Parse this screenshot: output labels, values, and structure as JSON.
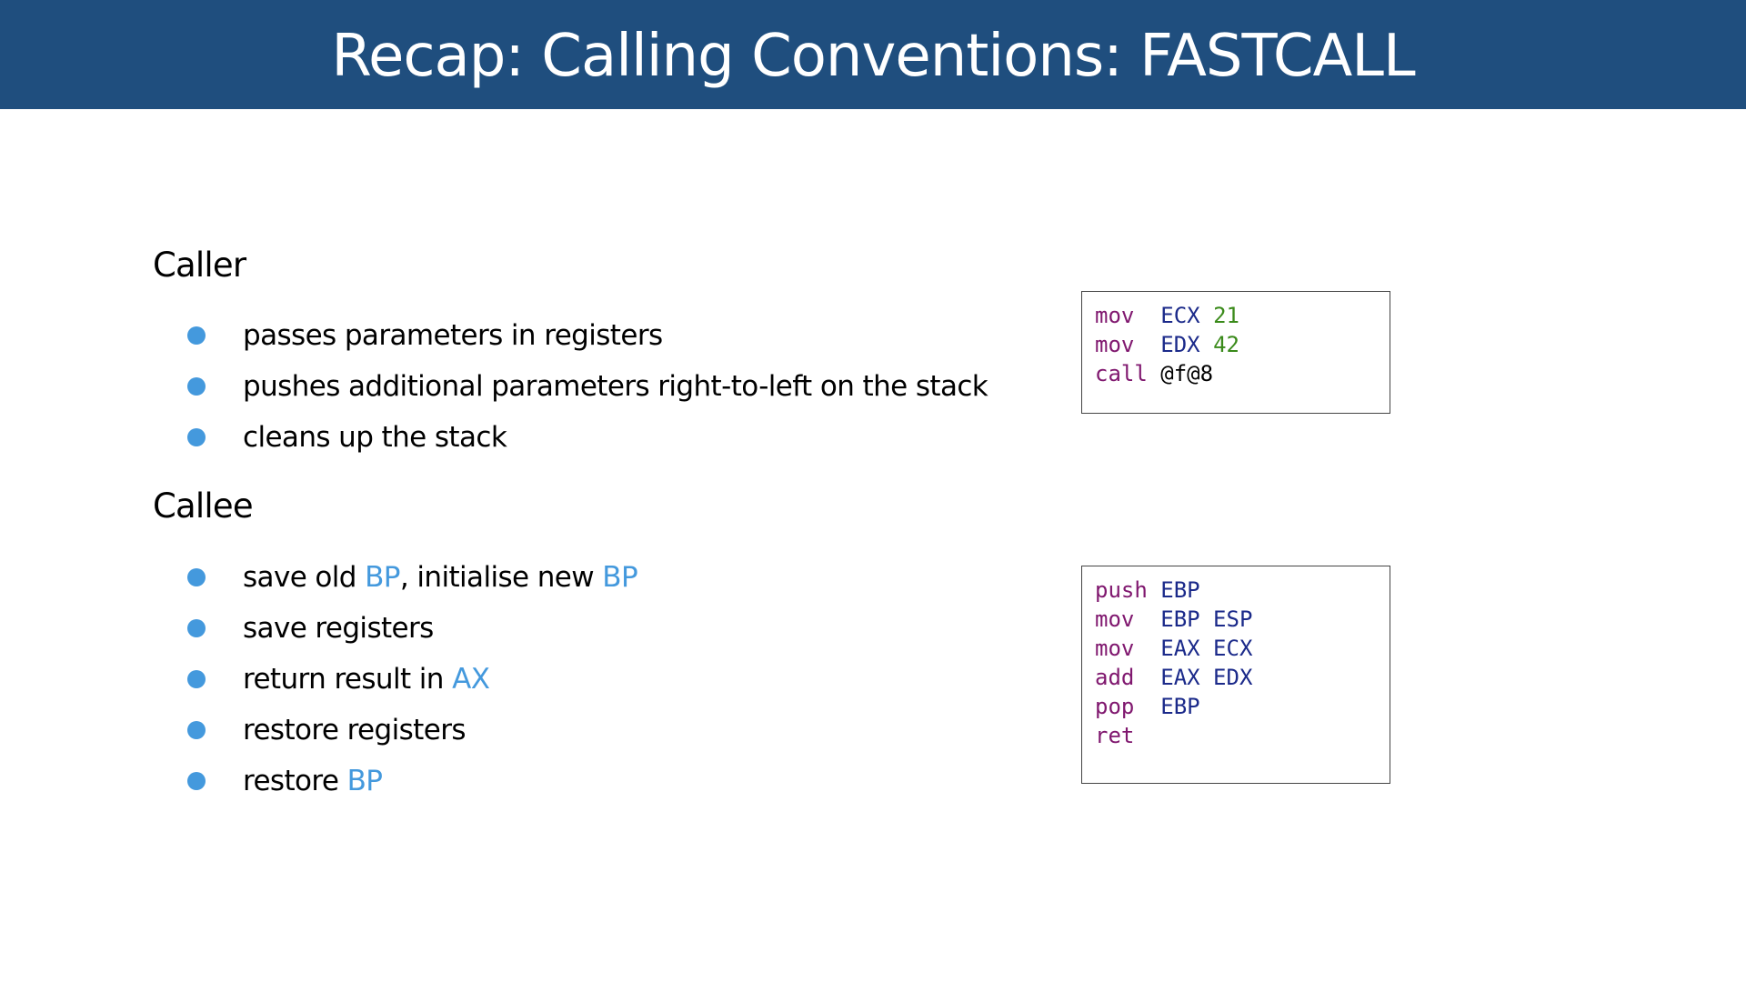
{
  "slide": {
    "title": "Recap: Calling Conventions: FASTCALL",
    "header_color": "#1f4e7e",
    "bullet_color": "#4499dd",
    "highlight_color": "#4499dd"
  },
  "caller": {
    "heading": "Caller",
    "bullets": [
      [
        {
          "text": "passes parameters in registers",
          "highlight": false
        }
      ],
      [
        {
          "text": "pushes additional parameters right-to-left on the stack",
          "highlight": false
        }
      ],
      [
        {
          "text": "cleans up the stack",
          "highlight": false
        }
      ]
    ]
  },
  "callee": {
    "heading": "Callee",
    "bullets": [
      [
        {
          "text": "save old ",
          "highlight": false
        },
        {
          "text": "BP",
          "highlight": true
        },
        {
          "text": ", initialise new ",
          "highlight": false
        },
        {
          "text": "BP",
          "highlight": true
        }
      ],
      [
        {
          "text": "save registers",
          "highlight": false
        }
      ],
      [
        {
          "text": "return result in ",
          "highlight": false
        },
        {
          "text": "AX",
          "highlight": true
        }
      ],
      [
        {
          "text": "restore registers",
          "highlight": false
        }
      ],
      [
        {
          "text": "restore ",
          "highlight": false
        },
        {
          "text": "BP",
          "highlight": true
        }
      ]
    ]
  },
  "code_caller": {
    "lines": [
      [
        {
          "t": "mov  ",
          "k": "kw"
        },
        {
          "t": "ECX",
          "k": "reg"
        },
        {
          "t": " ",
          "k": "plain"
        },
        {
          "t": "21",
          "k": "num"
        }
      ],
      [
        {
          "t": "mov  ",
          "k": "kw"
        },
        {
          "t": "EDX",
          "k": "reg"
        },
        {
          "t": " ",
          "k": "plain"
        },
        {
          "t": "42",
          "k": "num"
        }
      ],
      [
        {
          "t": "call ",
          "k": "kw"
        },
        {
          "t": "@f@8",
          "k": "plain"
        }
      ]
    ]
  },
  "code_callee": {
    "lines": [
      [
        {
          "t": "push ",
          "k": "kw"
        },
        {
          "t": "EBP",
          "k": "reg"
        }
      ],
      [
        {
          "t": "mov  ",
          "k": "kw"
        },
        {
          "t": "EBP ESP",
          "k": "reg"
        }
      ],
      [
        {
          "t": "mov  ",
          "k": "kw"
        },
        {
          "t": "EAX ECX",
          "k": "reg"
        }
      ],
      [
        {
          "t": "add  ",
          "k": "kw"
        },
        {
          "t": "EAX EDX",
          "k": "reg"
        }
      ],
      [
        {
          "t": "pop  ",
          "k": "kw"
        },
        {
          "t": "EBP",
          "k": "reg"
        }
      ],
      [
        {
          "t": "ret",
          "k": "kw"
        }
      ]
    ]
  }
}
